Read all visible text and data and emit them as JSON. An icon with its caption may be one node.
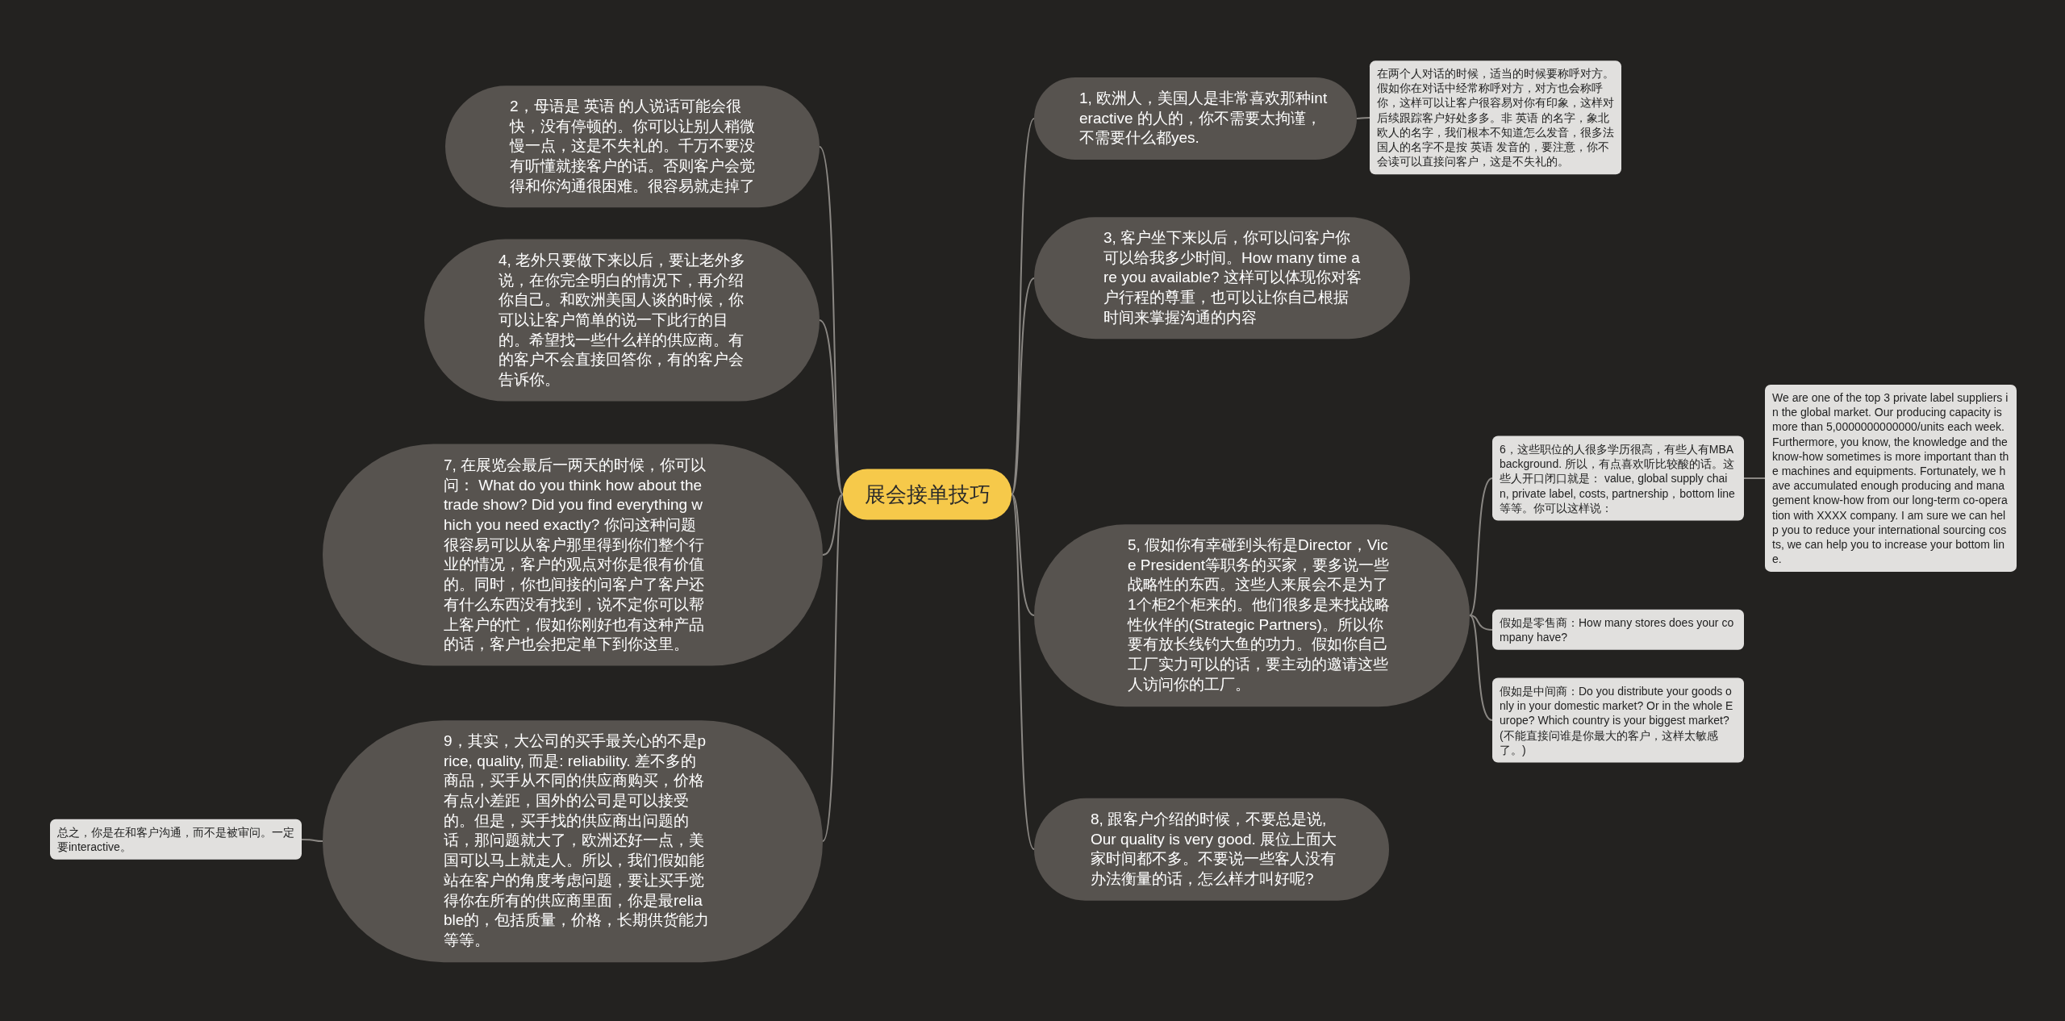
{
  "diagram": {
    "nodes": [
      {
        "text": [
          "展会接单技巧"
        ]
      },
      {
        "text": [
          "1, 欧洲人，美国人是非常喜欢那种interactive 的人的，你不需要太拘谨，不需要什么都yes."
        ]
      },
      {
        "text": [
          "在两个人对话的时候，适当的时候要称呼对方。假如你在对话中经常称呼对方，对方也会称呼你，这样可以让客户很容易对你有印象，这样对后续跟踪客户好处多多。非 英语 的名字，象北欧人的名字，我们根本不知道怎么发音，很多法国人的名字不是按 英语 发音的，要注意，你不会读可以直接问客户，这是不失礼的。"
        ]
      },
      {
        "text": [
          "2，母语是 英语 的人说话可能会很快，没有停顿的。你可以让别人稍微慢一点，这是不失礼的。千万不要没有听懂就接客户的话。否则客户会觉得和你沟通很困难。很容易就走掉了"
        ]
      },
      {
        "text": [
          "3, 客户坐下来以后，你可以问客户你可以给我多少时间。How many time are you available? 这样可以体现你对客户行程的尊重，也可以让你自己根据时间来掌握沟通的内容"
        ]
      },
      {
        "text": [
          "4, 老外只要做下来以后，要让老外多说，在你完全明白的情况下，再介绍你自己。和欧洲美国人谈的时候，你可以让客户简单的说一下此行的目的。希望找一些什么样的供应商。有的客户不会直接回答你，有的客户会告诉你。"
        ]
      },
      {
        "text": [
          "5, 假如你有幸碰到头衔是Director，Vice President等职务的买家，要多说一些战略性的东西。这些人来展会不是为了1个柜2个柜来的。他们很多是来找战略性伙伴的(Strategic Partners)。所以你要有放长线钓大鱼的功力。假如你自己工厂实力可以的话，要主动的邀请这些人访问你的工厂。"
        ]
      },
      {
        "text": [
          "6，这些职位的人很多学历很高，有些人有MBA background. 所以，有点喜欢听比较酸的话。这些人开口闭口就是： value, global supply chain, private label, costs, partnership，bottom line等等。你可以这样说："
        ]
      },
      {
        "text": [
          "We are one of the top 3 private label suppliers in the global market. Our producing capacity is more than 5,0000000000000/units each week. Furthermore, you know, the knowledge and the know-how sometimes is more important than the machines and equipments. Fortunately, we have accumulated enough producing and management know-how from our long-term co-operation with XXXX company. I am sure we can help you to reduce your international sourcing costs, we can help you to increase your bottom line."
        ]
      },
      {
        "text": [
          "假如是零售商：How many stores does your company have?"
        ]
      },
      {
        "text": [
          "假如是中间商：Do you distribute your goods only in your domestic market? Or in the whole Europe? Which country is your biggest market? (不能直接问谁是你最大的客户，这样太敏感了。)"
        ]
      },
      {
        "text": [
          "7, 在展览会最后一两天的时候，你可以问： What do you think how about the trade show? Did you find everything which you need exactly? 你问这种问题很容易可以从客户那里得到你们整个行业的情况，客户的观点对你是很有价值的。同时，你也间接的问客户了客户还有什么东西没有找到，说不定你可以帮上客户的忙，假如你刚好也有这种产品的话，客户也会把定单下到你这里。"
        ]
      },
      {
        "text": [
          "8, 跟客户介绍的时候，不要总是说, Our quality is very good. 展位上面大家时间都不多。不要说一些客人没有办法衡量的话，怎么样才叫好呢?"
        ]
      },
      {
        "text": [
          "9，其实，大公司的买手最关心的不是price, quality, 而是: reliability. 差不多的商品，买手从不同的供应商购买，价格有点小差距，国外的公司是可以接受的。但是，买手找的供应商出问题的话，那问题就大了，欧洲还好一点，美国可以马上就走人。所以，我们假如能站在客户的角度考虑问题，要让买手觉得你在所有的供应商里面，你是最reliable的，包括质量，价格，长期供货能力等等。"
        ]
      },
      {
        "text": [
          "总之，你是在和客户沟通，而不是被审问。一定要interactive。"
        ]
      }
    ],
    "edges": [
      {
        "from": 0,
        "to": 1,
        "arrow": "none"
      },
      {
        "from": 1,
        "to": 2,
        "arrow": "none"
      },
      {
        "from": 0,
        "to": 3,
        "arrow": "none"
      },
      {
        "from": 0,
        "to": 4,
        "arrow": "none"
      },
      {
        "from": 0,
        "to": 5,
        "arrow": "none"
      },
      {
        "from": 0,
        "to": 6,
        "arrow": "none"
      },
      {
        "from": 6,
        "to": 7,
        "arrow": "none"
      },
      {
        "from": 7,
        "to": 8,
        "arrow": "none"
      },
      {
        "from": 6,
        "to": 9,
        "arrow": "none"
      },
      {
        "from": 6,
        "to": 10,
        "arrow": "none"
      },
      {
        "from": 0,
        "to": 11,
        "arrow": "none"
      },
      {
        "from": 0,
        "to": 12,
        "arrow": "none"
      },
      {
        "from": 0,
        "to": 13,
        "arrow": "none"
      },
      {
        "from": 13,
        "to": 14,
        "arrow": "none"
      }
    ]
  }
}
